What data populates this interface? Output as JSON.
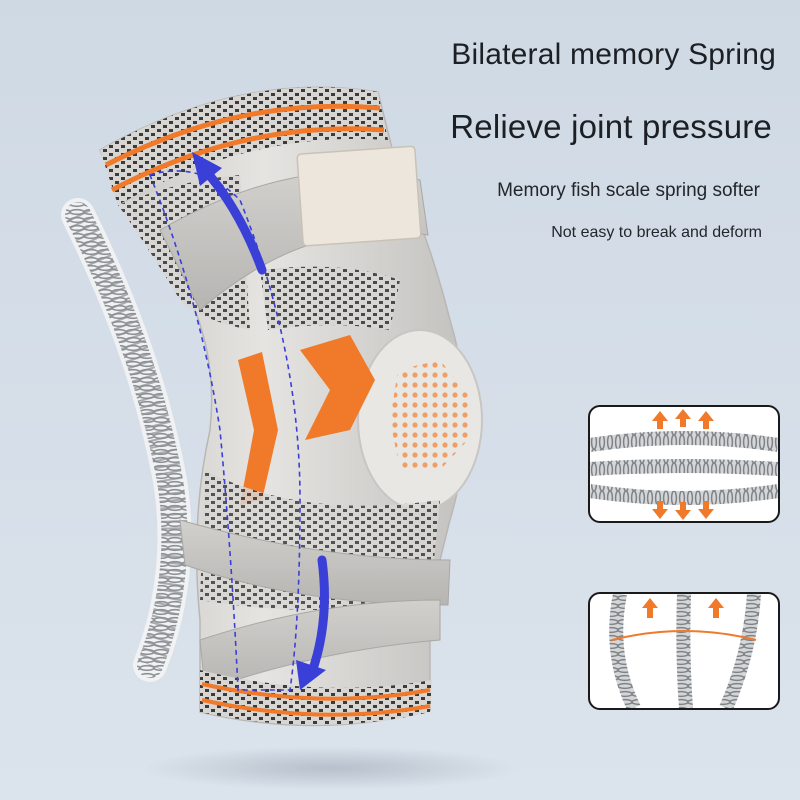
{
  "headlines": {
    "title": "Bilateral memory Spring",
    "subtitle": "Relieve joint pressure",
    "feature_1": "Memory fish scale spring softer",
    "feature_2": "Not easy to break and deform"
  },
  "colors": {
    "background": "#d3dde7",
    "sleeve_gray": "#d9d7d4",
    "accent_orange": "#f07a2a",
    "motion_arrow_blue": "#3a3fd8",
    "knit_dark": "#3a3a3a"
  },
  "icons": {
    "up_arrow": "orange-up-arrow-icon",
    "down_arrow": "orange-down-arrow-icon"
  }
}
